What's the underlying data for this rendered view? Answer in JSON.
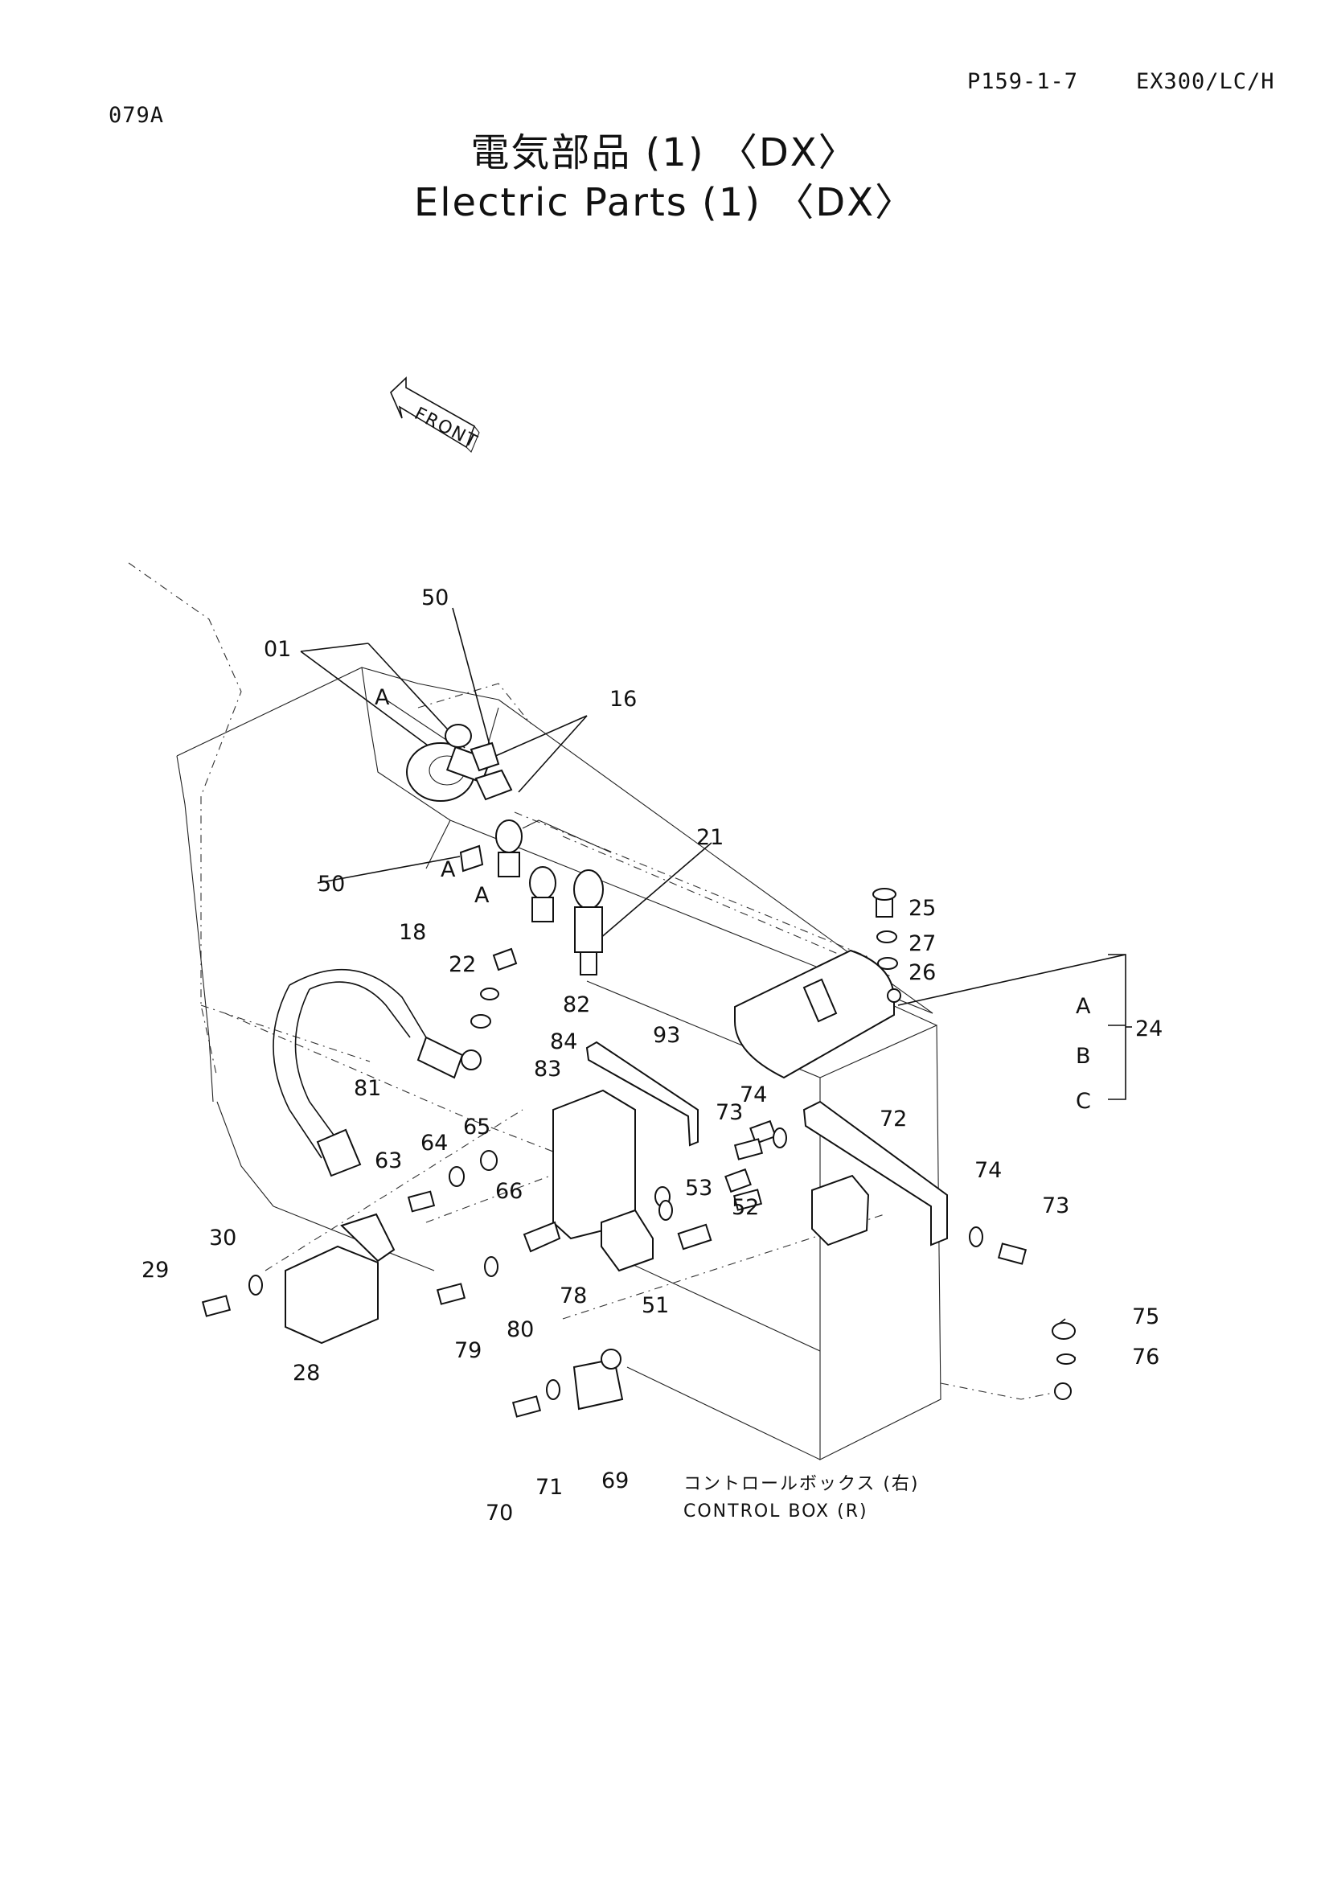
{
  "header": {
    "sheet_code": "079A",
    "page_ref": "P159-1-7",
    "model": "EX300/LC/H"
  },
  "title": {
    "japanese": "電気部品 (1) 〈DX〉",
    "english": "Electric Parts (1) 〈DX〉"
  },
  "direction_marker": "FRONT",
  "caption": {
    "japanese": "コントロールボックス (右)",
    "english": "CONTROL BOX (R)"
  },
  "group_24": {
    "number": "24",
    "letters": [
      "A",
      "B",
      "C"
    ]
  },
  "part_labels": [
    "50",
    "01",
    "A",
    "16",
    "50",
    "21",
    "A",
    "18",
    "A",
    "22",
    "25",
    "27",
    "26",
    "82",
    "84",
    "83",
    "93",
    "81",
    "74",
    "73",
    "72",
    "65",
    "64",
    "63",
    "66",
    "53",
    "52",
    "74",
    "73",
    "30",
    "29",
    "78",
    "51",
    "79",
    "80",
    "28",
    "75",
    "76",
    "71",
    "69",
    "70"
  ]
}
